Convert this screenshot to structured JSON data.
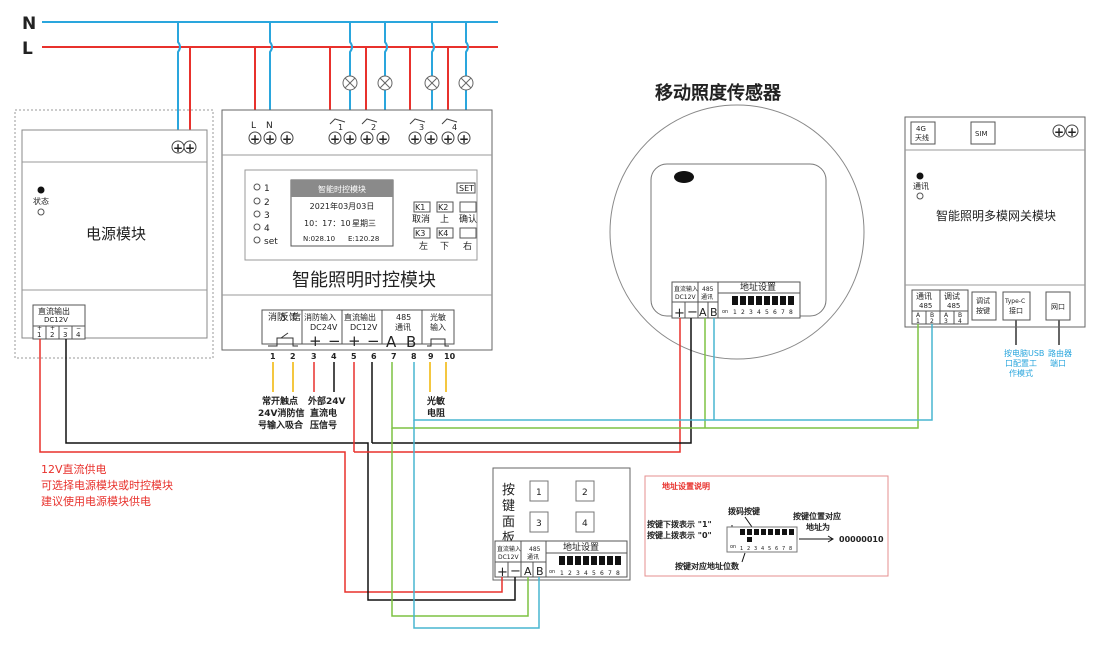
{
  "mains": {
    "n": "N",
    "l": "L"
  },
  "power_module": {
    "title": "电源模块",
    "status": "状态",
    "dc_out": "直流输出",
    "dc12v": "DC12V",
    "signs": [
      "+",
      "+",
      "−",
      "−"
    ],
    "pins": [
      "1",
      "2",
      "3",
      "4"
    ]
  },
  "timer_module": {
    "title": "智能照明时控模块",
    "top_labels": {
      "l": "L",
      "n": "N",
      "ch": [
        "1",
        "2",
        "3",
        "4"
      ]
    },
    "screen": {
      "title": "智能时控模块",
      "date": "2021年03月03日",
      "time": "10：17：10",
      "weekday": "星期三",
      "lon": "N:028.10",
      "lat": "E:120.28"
    },
    "leds": [
      "1",
      "2",
      "3",
      "4",
      "set"
    ],
    "set_label": "SET",
    "keys": [
      {
        "k": "K1",
        "label": "取消"
      },
      {
        "k": "K2",
        "label": "上"
      },
      {
        "k": "",
        "label": "确认"
      },
      {
        "k": "K3",
        "label": "左"
      },
      {
        "k": "K4",
        "label": "下"
      },
      {
        "k": "",
        "label": "右"
      }
    ],
    "bottom": {
      "feedback": [
        "消防",
        "反馈",
        "信号"
      ],
      "fire_in": "消防输入",
      "dc24v": "DC24V",
      "dc_out": "直流输出",
      "dc12v": "DC12V",
      "rs485": "485",
      "comm": "通讯",
      "light_sensor": "光敏",
      "input": "输入",
      "plus": "+",
      "minus": "−",
      "a": "A",
      "b": "B",
      "pins": [
        "1",
        "2",
        "3",
        "4",
        "5",
        "6",
        "7",
        "8",
        "9",
        "10"
      ]
    },
    "notes": {
      "left": [
        "常开触点",
        "24V消防信",
        "号输入吸合"
      ],
      "mid": [
        "外部24V",
        "直流电",
        "压信号"
      ],
      "right": [
        "光敏",
        "电阻"
      ]
    }
  },
  "sensor": {
    "title": "移动照度传感器",
    "dc_in": "直流输入",
    "dc12v": "DC12V",
    "rs485": "485",
    "comm": "通讯",
    "addr": "地址设置",
    "on": "on",
    "nums": [
      "1",
      "2",
      "3",
      "4",
      "5",
      "6",
      "7",
      "8"
    ],
    "plus": "+",
    "minus": "−",
    "a": "A",
    "b": "B"
  },
  "gateway": {
    "title": "智能照明多模网关模块",
    "antenna": [
      "4G",
      "天线"
    ],
    "sim": "SIM",
    "comm_led": "通讯",
    "ports": [
      {
        "l1": "通讯",
        "l2": "485",
        "ab": [
          "A",
          "B"
        ],
        "pins": [
          "1",
          "2"
        ]
      },
      {
        "l1": "调试",
        "l2": "485",
        "ab": [
          "A",
          "B"
        ],
        "pins": [
          "3",
          "4"
        ]
      }
    ],
    "debug_key": [
      "调试",
      "按键"
    ],
    "typec": [
      "Type-C",
      "接口"
    ],
    "lan": "网口",
    "typec_note": [
      "按电脑USB",
      "口配置工",
      "作模式"
    ],
    "lan_note": [
      "路由器",
      "端口"
    ]
  },
  "power_note": [
    "12V直流供电",
    "可选择电源模块或时控模块",
    "建议使用电源模块供电"
  ],
  "button_panel": {
    "title": [
      "按",
      "键",
      "面",
      "板"
    ],
    "buttons": [
      "1",
      "2",
      "3",
      "4"
    ],
    "dc_in": "直流输入",
    "dc12v": "DC12V",
    "rs485": "485",
    "comm": "通讯",
    "addr": "地址设置",
    "on": "on",
    "nums": [
      "1",
      "2",
      "3",
      "4",
      "5",
      "6",
      "7",
      "8"
    ],
    "plus": "+",
    "minus": "−",
    "a": "A",
    "b": "B"
  },
  "addr_help": {
    "title": "地址设置说明",
    "dip_key": "拨码按键",
    "down": "按键下拨表示 \"1\"",
    "up": "按键上拨表示 \"0\"",
    "pos": "按键位置对应",
    "addr_is": "地址为",
    "value": "00000010",
    "bits": "按键对应地址位数",
    "on": "on",
    "nums": [
      "1",
      "2",
      "3",
      "4",
      "5",
      "6",
      "7",
      "8"
    ]
  },
  "colors": {
    "red": "#e8312c",
    "blue": "#2aa6dd",
    "black": "#111111",
    "green": "#7dc242",
    "yellow": "#f0b400",
    "cyan": "#48b6d0"
  }
}
